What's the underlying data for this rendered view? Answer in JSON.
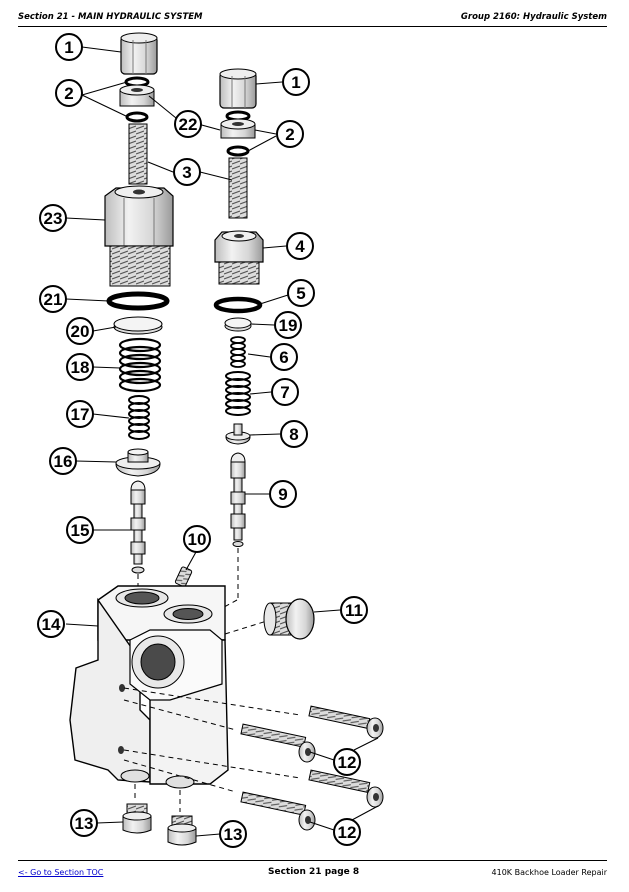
{
  "header": {
    "section": "Section 21 - MAIN HYDRAULIC SYSTEM",
    "group": "Group 2160: Hydraulic System"
  },
  "footer": {
    "toc_link": "<- Go to Section TOC",
    "page": "Section 21 page 8",
    "manual": "410K Backhoe Loader Repair"
  },
  "callouts": {
    "c1a": "1",
    "c1b": "1",
    "c2a": "2",
    "c2b": "2",
    "c3": "3",
    "c4": "4",
    "c5": "5",
    "c6": "6",
    "c7": "7",
    "c8": "8",
    "c9": "9",
    "c10": "10",
    "c11": "11",
    "c12a": "12",
    "c12b": "12",
    "c13a": "13",
    "c13b": "13",
    "c14": "14",
    "c15": "15",
    "c16": "16",
    "c17": "17",
    "c18": "18",
    "c19": "19",
    "c20": "20",
    "c21": "21",
    "c22": "22",
    "c23": "23"
  }
}
